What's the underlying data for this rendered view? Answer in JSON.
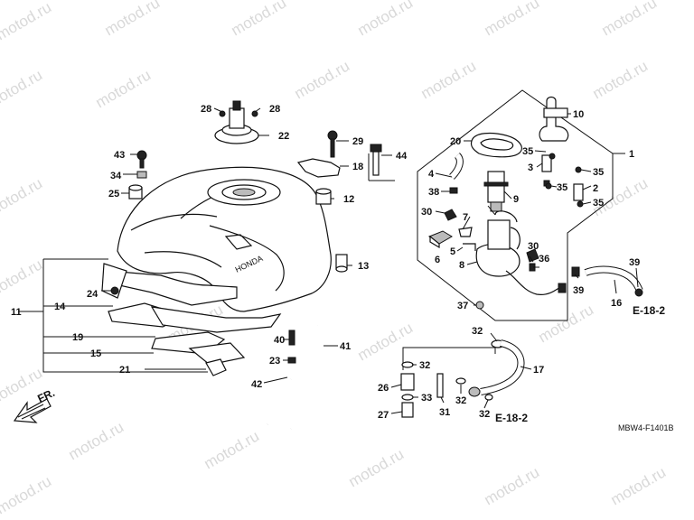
{
  "watermark": "motod.ru",
  "diagram_code": "MBW4-F1401B",
  "direction_label": "FR.",
  "page_refs": [
    "E-18-2",
    "E-18-2"
  ],
  "brand_on_tank": "HONDA",
  "callouts": {
    "c1": "1",
    "c2": "2",
    "c3": "3",
    "c4": "4",
    "c5": "5",
    "c6": "6",
    "c7": "7",
    "c8": "8",
    "c9": "9",
    "c10": "10",
    "c11": "11",
    "c12": "12",
    "c13": "13",
    "c14": "14",
    "c15": "15",
    "c16": "16",
    "c17": "17",
    "c18": "18",
    "c19": "19",
    "c20": "20",
    "c21": "21",
    "c22": "22",
    "c23": "23",
    "c24": "24",
    "c25": "25",
    "c26": "26",
    "c27": "27",
    "c28a": "28",
    "c28b": "28",
    "c29": "29",
    "c30a": "30",
    "c30b": "30",
    "c31": "31",
    "c32a": "32",
    "c32b": "32",
    "c32c": "32",
    "c32d": "32",
    "c33": "33",
    "c34": "34",
    "c35a": "35",
    "c35b": "35",
    "c35c": "35",
    "c35d": "35",
    "c36": "36",
    "c37": "37",
    "c38": "38",
    "c39a": "39",
    "c39b": "39",
    "c40": "40",
    "c41": "41",
    "c42": "42",
    "c43": "43",
    "c44": "44"
  }
}
